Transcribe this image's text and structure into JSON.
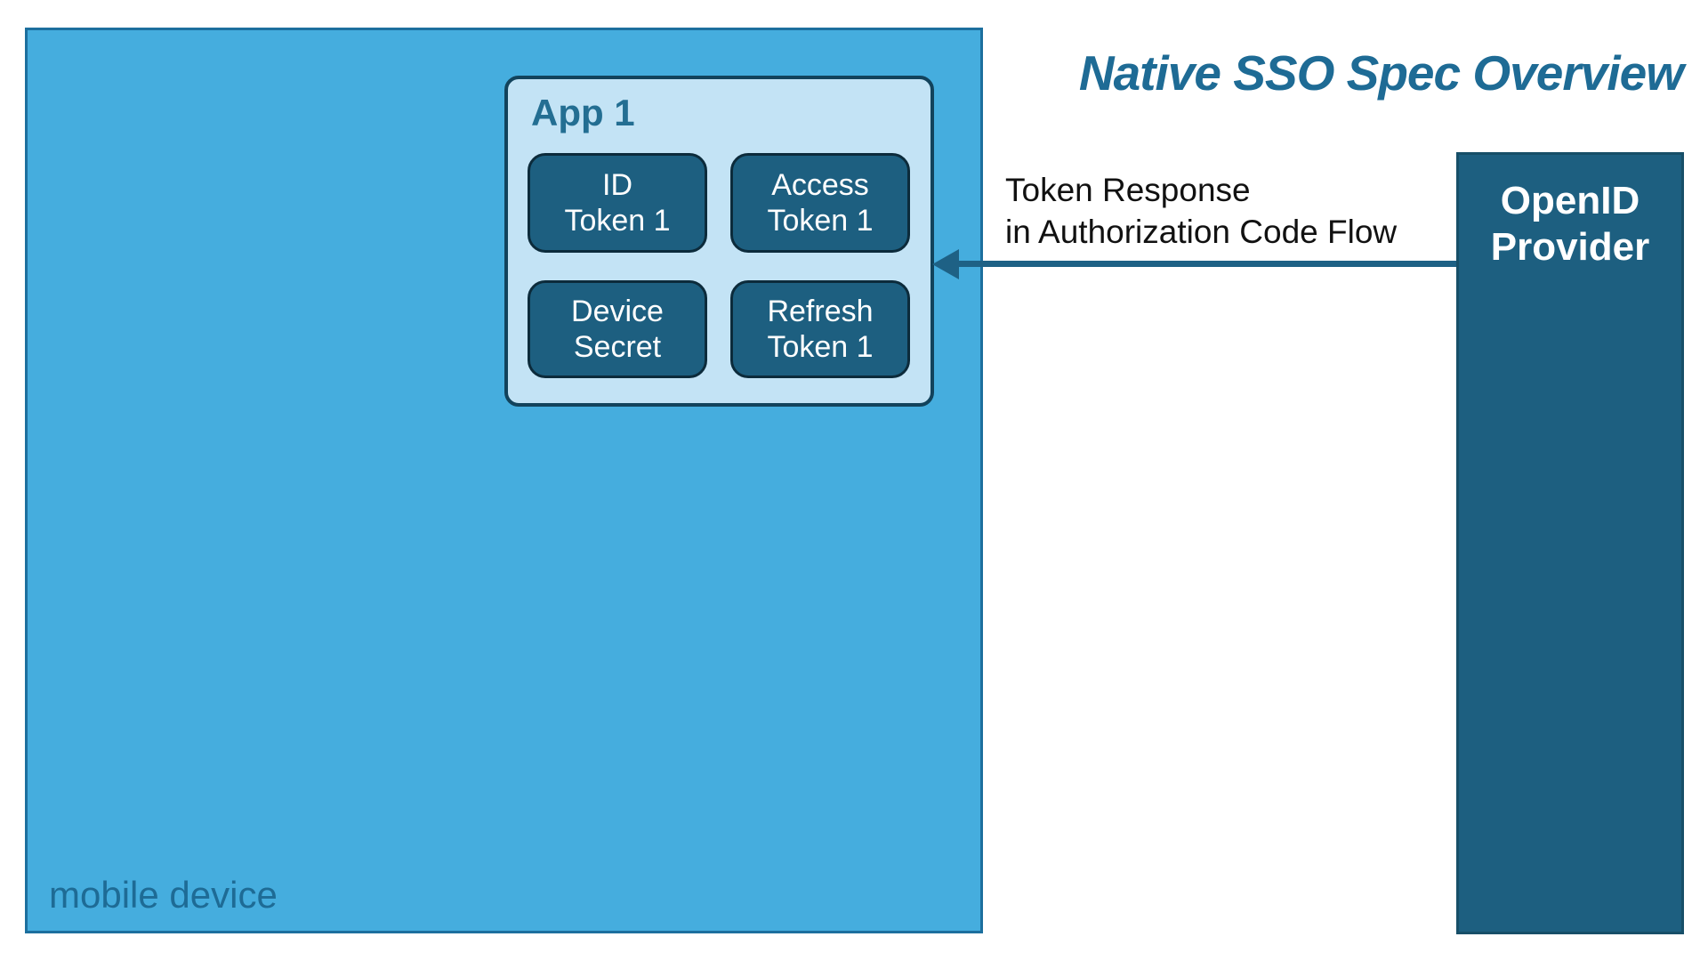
{
  "title": "Native SSO Spec Overview",
  "colors": {
    "mobile_blue": "#45ADDE",
    "mobile_border": "#1C6F9E",
    "app_bg": "#C3E3F5",
    "app_border": "#12435C",
    "token_bg": "#1D5F80",
    "token_border": "#0C2B3B",
    "provider_bg": "#1D5F80",
    "provider_border": "#174F68",
    "teal_text": "#1E6B95",
    "app_label": "#236E92",
    "arrow": "#1E6185",
    "label_text": "#111111",
    "token_text": "#FFFFFF"
  },
  "mobile_device": {
    "label": "mobile device"
  },
  "app": {
    "label": "App 1",
    "tokens": [
      {
        "line1": "ID",
        "line2": "Token 1"
      },
      {
        "line1": "Access",
        "line2": "Token 1"
      },
      {
        "line1": "Device",
        "line2": "Secret"
      },
      {
        "line1": "Refresh",
        "line2": "Token 1"
      }
    ]
  },
  "arrow_label": {
    "line1": "Token Response",
    "line2": "in Authorization Code Flow"
  },
  "provider": {
    "line1": "OpenID",
    "line2": "Provider"
  }
}
